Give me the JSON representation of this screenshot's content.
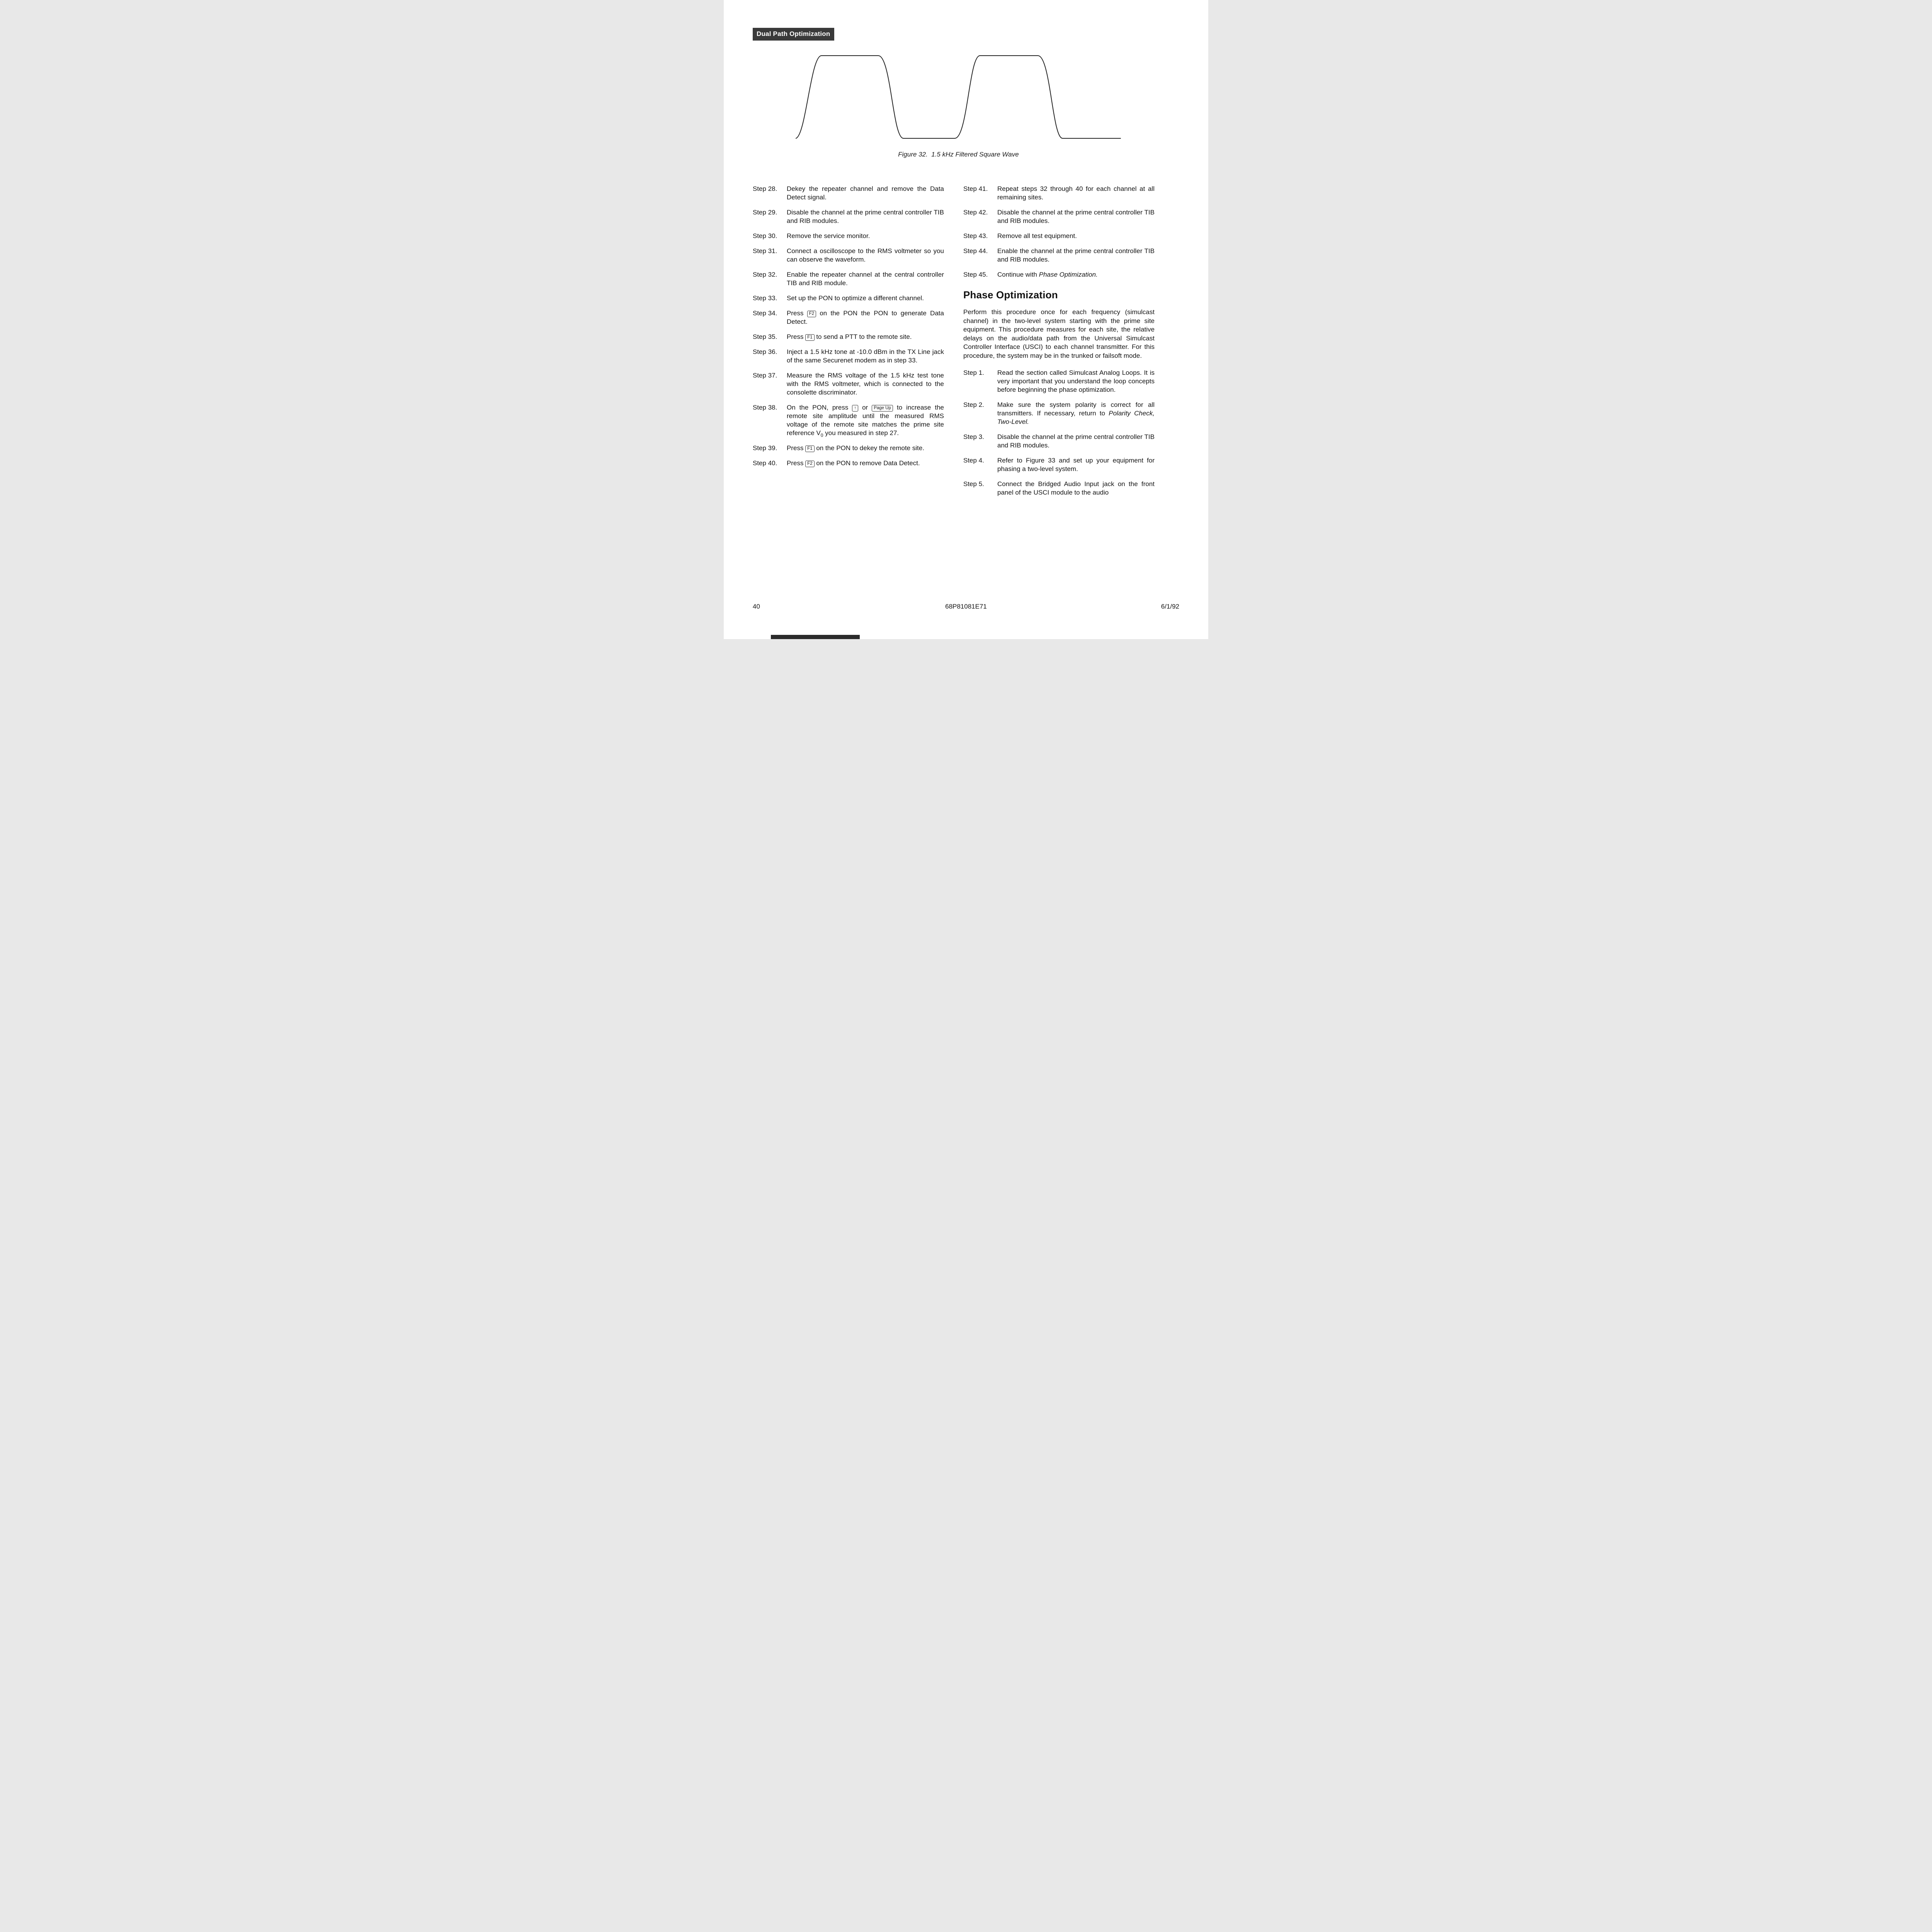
{
  "header": {
    "badge": "Dual Path Optimization"
  },
  "figure": {
    "caption": "Figure 32.  1.5 kHz Filtered Square Wave"
  },
  "left_steps": [
    {
      "label": "Step 28.",
      "parts": [
        {
          "type": "t",
          "value": "Dekey the repeater channel and remove the Data Detect signal."
        }
      ]
    },
    {
      "label": "Step 29.",
      "parts": [
        {
          "type": "t",
          "value": "Disable the channel at the prime central controller TIB and RIB modules."
        }
      ]
    },
    {
      "label": "Step 30.",
      "parts": [
        {
          "type": "t",
          "value": "Remove the service monitor."
        }
      ]
    },
    {
      "label": "Step 31.",
      "parts": [
        {
          "type": "t",
          "value": "Connect a oscilloscope to the RMS voltmeter so you can observe the waveform."
        }
      ]
    },
    {
      "label": "Step 32.",
      "parts": [
        {
          "type": "t",
          "value": "Enable the repeater channel at the central controller TIB and RIB module."
        }
      ]
    },
    {
      "label": "Step 33.",
      "parts": [
        {
          "type": "t",
          "value": "Set up the PON to optimize a different channel."
        }
      ]
    },
    {
      "label": "Step 34.",
      "parts": [
        {
          "type": "t",
          "value": "Press "
        },
        {
          "type": "key",
          "value": "F2",
          "name": "f2-key-icon"
        },
        {
          "type": "t",
          "value": " on the PON  the PON to generate Data Detect."
        }
      ]
    },
    {
      "label": "Step 35.",
      "parts": [
        {
          "type": "t",
          "value": "Press "
        },
        {
          "type": "key",
          "value": "F1",
          "name": "f1-key-icon"
        },
        {
          "type": "t",
          "value": " to send a PTT to the remote site."
        }
      ]
    },
    {
      "label": "Step 36.",
      "parts": [
        {
          "type": "t",
          "value": "Inject a 1.5 kHz tone at -10.0 dBm in the TX Line jack of the same Securenet modem as in step 33."
        }
      ]
    },
    {
      "label": "Step 37.",
      "parts": [
        {
          "type": "t",
          "value": "Measure the RMS voltage of the 1.5 kHz test tone with the RMS voltmeter, which is connected to the consolette discriminator."
        }
      ]
    },
    {
      "label": "Step 38.",
      "parts": [
        {
          "type": "t",
          "value": "On the PON, press "
        },
        {
          "type": "key",
          "value": "↑",
          "name": "up-arrow-key-icon"
        },
        {
          "type": "t",
          "value": " or "
        },
        {
          "type": "key",
          "value": "Page Up",
          "name": "page-up-key-icon"
        },
        {
          "type": "t",
          "value": " to increase the remote site amplitude until the measured RMS voltage of the remote site matches the prime site reference V"
        },
        {
          "type": "sub",
          "value": "0"
        },
        {
          "type": "t",
          "value": " you measured in step 27."
        }
      ]
    },
    {
      "label": "Step 39.",
      "parts": [
        {
          "type": "t",
          "value": "Press "
        },
        {
          "type": "key",
          "value": "F1",
          "name": "f1-key-icon"
        },
        {
          "type": "t",
          "value": " on the PON to dekey the remote site."
        }
      ]
    },
    {
      "label": "Step 40.",
      "parts": [
        {
          "type": "t",
          "value": "Press "
        },
        {
          "type": "key",
          "value": "F2",
          "name": "f2-key-icon"
        },
        {
          "type": "t",
          "value": " on the PON to remove Data Detect."
        }
      ]
    }
  ],
  "right_steps": [
    {
      "label": "Step 41.",
      "parts": [
        {
          "type": "t",
          "value": "Repeat steps 32 through 40 for each channel at all remaining sites."
        }
      ]
    },
    {
      "label": "Step 42.",
      "parts": [
        {
          "type": "t",
          "value": "Disable the channel at the prime central controller TIB and RIB modules."
        }
      ]
    },
    {
      "label": "Step 43.",
      "parts": [
        {
          "type": "t",
          "value": "Remove all test equipment."
        }
      ]
    },
    {
      "label": "Step 44.",
      "parts": [
        {
          "type": "t",
          "value": "Enable the channel at the prime central controller TIB and RIB modules."
        }
      ]
    },
    {
      "label": "Step 45.",
      "parts": [
        {
          "type": "t",
          "value": "Continue with "
        },
        {
          "type": "i",
          "value": "Phase Optimization."
        }
      ]
    }
  ],
  "section": {
    "title": "Phase Optimization",
    "intro": "Perform this procedure once for each frequency (simulcast channel) in the two-level system starting with the prime site equipment. This procedure measures for each site, the relative delays on the audio/data path from the Universal Simulcast Controller Interface (USCI) to each channel transmitter. For this procedure, the system may be in the trunked or failsoft mode."
  },
  "section_steps": [
    {
      "label": "Step 1.",
      "parts": [
        {
          "type": "t",
          "value": "Read the section called Simulcast Analog Loops. It is very important that you understand the loop concepts before beginning the phase optimization."
        }
      ]
    },
    {
      "label": "Step 2.",
      "parts": [
        {
          "type": "t",
          "value": "Make sure the system polarity is correct for all transmitters. If necessary, return to "
        },
        {
          "type": "i",
          "value": "Polarity Check, Two-Level."
        }
      ]
    },
    {
      "label": "Step 3.",
      "parts": [
        {
          "type": "t",
          "value": "Disable the channel at the prime central controller TIB and RIB modules."
        }
      ]
    },
    {
      "label": "Step 4.",
      "parts": [
        {
          "type": "t",
          "value": "Refer to Figure 33 and set up your equipment for phasing a two-level system."
        }
      ]
    },
    {
      "label": "Step 5.",
      "parts": [
        {
          "type": "t",
          "value": "Connect the Bridged Audio Input jack on the front panel of the USCI module to the audio"
        }
      ]
    }
  ],
  "footer": {
    "page_number": "40",
    "doc_number": "68P81081E71",
    "date": "6/1/92"
  },
  "colors": {
    "badge_bg": "#3a3a3a",
    "ink": "#141414",
    "paper": "#ffffff"
  }
}
